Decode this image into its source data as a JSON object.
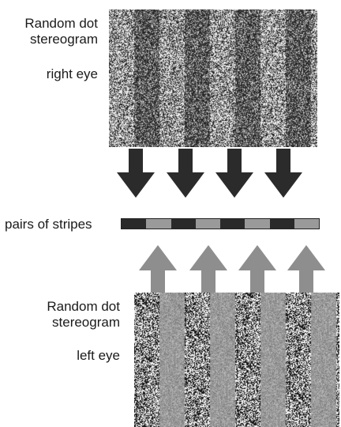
{
  "top_panel": {
    "title": "Random dot\nstereogram",
    "eye_label": "right eye"
  },
  "bottom_panel": {
    "title": "Random dot\nstereogram",
    "eye_label": "left eye"
  },
  "middle": {
    "label": "pairs of stripes",
    "segments": [
      "dark",
      "light",
      "dark",
      "light",
      "dark",
      "light",
      "dark",
      "light"
    ]
  },
  "colors": {
    "dark_arrow": "#2b2b2b",
    "light_arrow": "#8e8e8e",
    "stripe_dark": "#2a2a2a",
    "stripe_light": "#9a9a9a"
  }
}
